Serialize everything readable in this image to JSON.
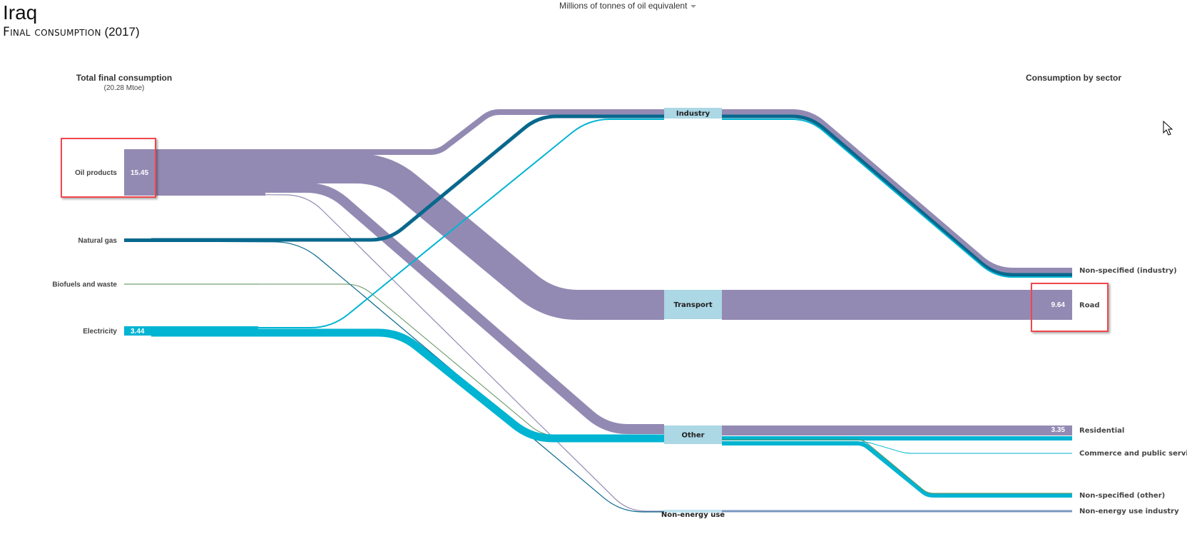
{
  "header": {
    "country": "Iraq",
    "subtitle_main": "Final consumption",
    "subtitle_year": "(2017)"
  },
  "unit_selector": {
    "selected": "Millions of tonnes of oil equivalent",
    "icon": "caret-down-icon"
  },
  "columns": {
    "left_title": "Total final consumption",
    "left_total": "(20.28 Mtoe)",
    "right_title": "Consumption by sector"
  },
  "colors": {
    "oil": "#938ab3",
    "gas": "#08688d",
    "biofuels": "#5c8f5a",
    "biofuels_light": "#a6c3a5",
    "electricity": "#00b4d2",
    "mid_node": "#acd7e5",
    "non_energy": "#7b97bf",
    "highlight": "#f0474c"
  },
  "chart_data": {
    "type": "sankey",
    "unit": "Mtoe",
    "sources": [
      {
        "name": "Oil products",
        "value_label": "15.45",
        "value": 15.45,
        "color_key": "oil"
      },
      {
        "name": "Natural gas",
        "value_label": "",
        "value": 1.2,
        "color_key": "gas"
      },
      {
        "name": "Biofuels and waste",
        "value_label": "",
        "value": 0.1,
        "color_key": "biofuels"
      },
      {
        "name": "Electricity",
        "value_label": "3.44",
        "value": 3.44,
        "color_key": "electricity"
      }
    ],
    "middle_nodes": [
      {
        "name": "Industry"
      },
      {
        "name": "Transport"
      },
      {
        "name": "Other"
      },
      {
        "name": "Non-energy use"
      }
    ],
    "destinations": [
      {
        "name": "Non-specified (industry)",
        "value_label": ""
      },
      {
        "name": "Road",
        "value_label": "9.64"
      },
      {
        "name": "Residential",
        "value_label": "3.35"
      },
      {
        "name": "Commerce and public services",
        "value_label": ""
      },
      {
        "name": "Non-specified (other)",
        "value_label": ""
      },
      {
        "name": "Non-energy use industry",
        "value_label": ""
      }
    ],
    "highlighted": [
      "Oil products",
      "Road"
    ]
  }
}
